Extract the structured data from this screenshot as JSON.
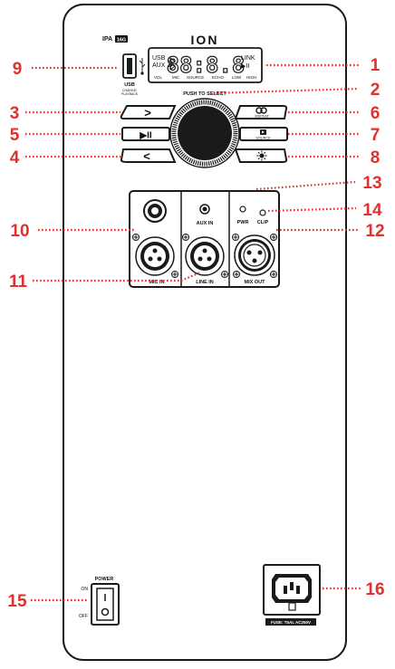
{
  "brand": {
    "logo": "ION",
    "model": "IPA 16G",
    "model_prefix": "IPA",
    "model_badge": "16G"
  },
  "usb_port": {
    "label": "USB",
    "sublabel1": "CHARGE/",
    "sublabel2": "PLAYBACK",
    "icon": "usb-icon"
  },
  "lcd": {
    "left_top": "USB",
    "left_bottom": "AUX",
    "digits": "88:8.8",
    "right_top": "LINK",
    "right_bottom": "▶II",
    "bottom_labels": [
      "VOL",
      "MIC",
      "SOURCE",
      "ECHO",
      "LOW",
      "HIGH"
    ],
    "icon": "bluetooth-icon"
  },
  "knob": {
    "label": "PUSH TO SELECT"
  },
  "buttons": {
    "next": "&gt;",
    "play_pause": "▶II",
    "prev": "&lt;",
    "repeat_sub": "/REPEAT",
    "source_sub": "SOURCE"
  },
  "panel": {
    "aux_in": "AUX IN",
    "pwr": "PWR",
    "clip": "CLIP",
    "mic_in": "MIC IN",
    "line_in": "LINE IN",
    "mix_out": "MIX OUT"
  },
  "power": {
    "label": "POWER",
    "on": "ON",
    "off": "OFF"
  },
  "fuse": {
    "label": "FUSE: T5AL AC250V"
  },
  "callouts": [
    "1",
    "2",
    "3",
    "4",
    "5",
    "6",
    "7",
    "8",
    "9",
    "10",
    "11",
    "12",
    "13",
    "14",
    "15",
    "16"
  ],
  "colors": {
    "callout": "#e2302c",
    "outline": "#1a1a1a",
    "panel": "#ffffff"
  }
}
